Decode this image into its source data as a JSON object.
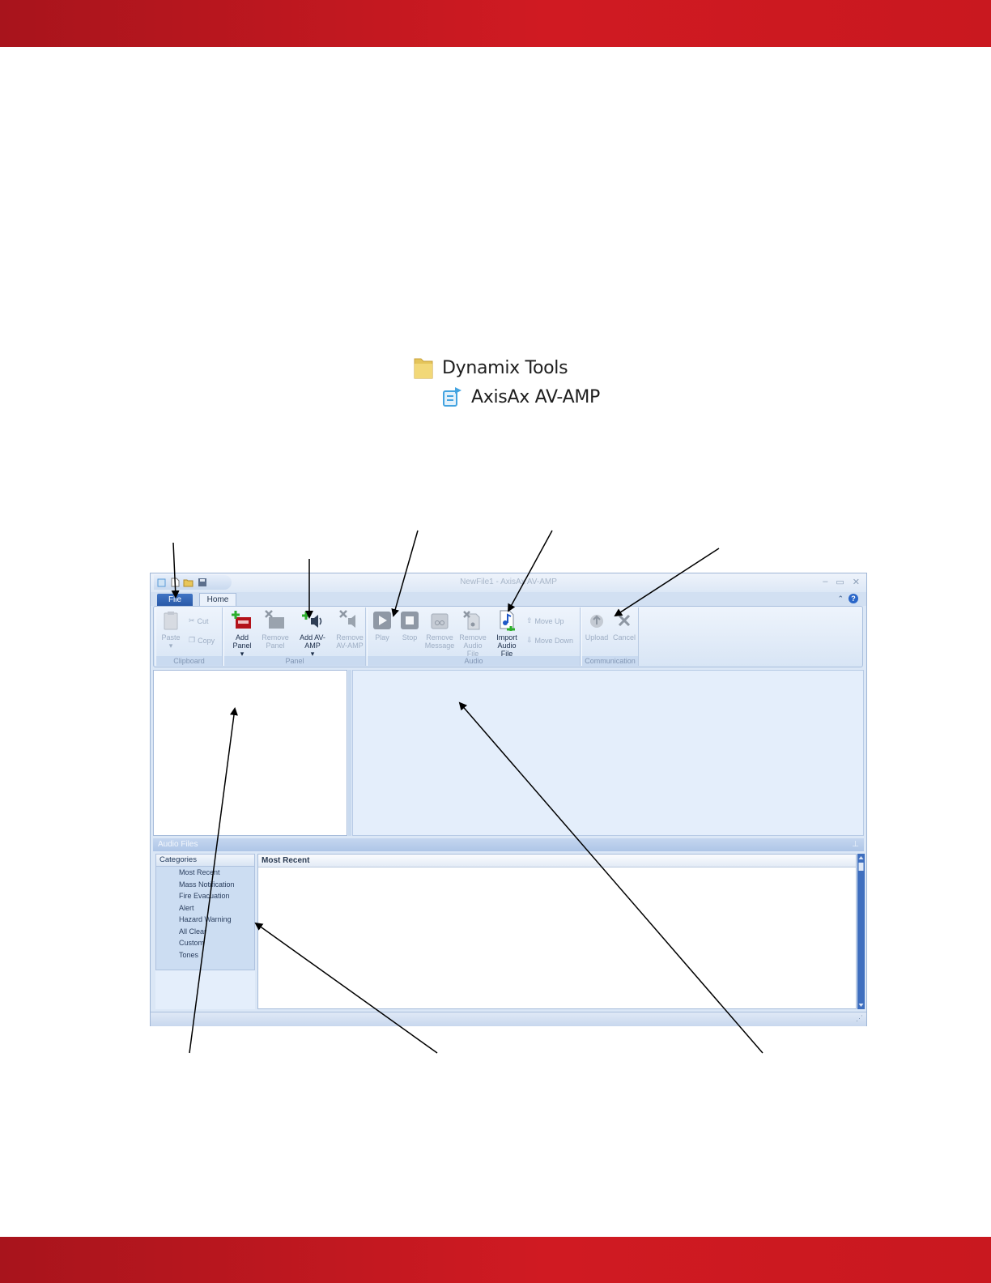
{
  "tree": {
    "folder_label": "Dynamix Tools",
    "app_label": "AxisAx AV-AMP"
  },
  "window": {
    "title": "NewFile1 - AxisAx AV-AMP",
    "tabs": {
      "file": "File",
      "home": "Home"
    },
    "help_label": "?"
  },
  "ribbon": {
    "clipboard": {
      "label": "Clipboard",
      "paste": "Paste",
      "cut": "Cut",
      "copy": "Copy"
    },
    "panel": {
      "label": "Panel",
      "add_panel": "Add Panel",
      "remove_panel_1": "Remove",
      "remove_panel_2": "Panel",
      "add_avamp": "Add AV-AMP",
      "remove_avamp_1": "Remove",
      "remove_avamp_2": "AV-AMP"
    },
    "audio": {
      "label": "Audio",
      "play": "Play",
      "stop": "Stop",
      "remove_message_1": "Remove",
      "remove_message_2": "Message",
      "remove_audio_1": "Remove",
      "remove_audio_2": "Audio File",
      "import_audio_1": "Import",
      "import_audio_2": "Audio File",
      "move_up": "Move Up",
      "move_down": "Move Down"
    },
    "communication": {
      "label": "Communication",
      "upload": "Upload",
      "cancel": "Cancel"
    }
  },
  "audio_files": {
    "header": "Audio Files",
    "categories_title": "Categories",
    "categories": [
      "Most Recent",
      "Mass Notification",
      "Fire Evacuation",
      "Alert",
      "Hazard Warning",
      "All Clear",
      "Custom",
      "Tones"
    ],
    "list_title": "Most Recent"
  },
  "colors": {
    "brand_red": "#c9181f",
    "file_tab": "#2a5aa8",
    "ribbon_bg": "#d8e5f5"
  }
}
